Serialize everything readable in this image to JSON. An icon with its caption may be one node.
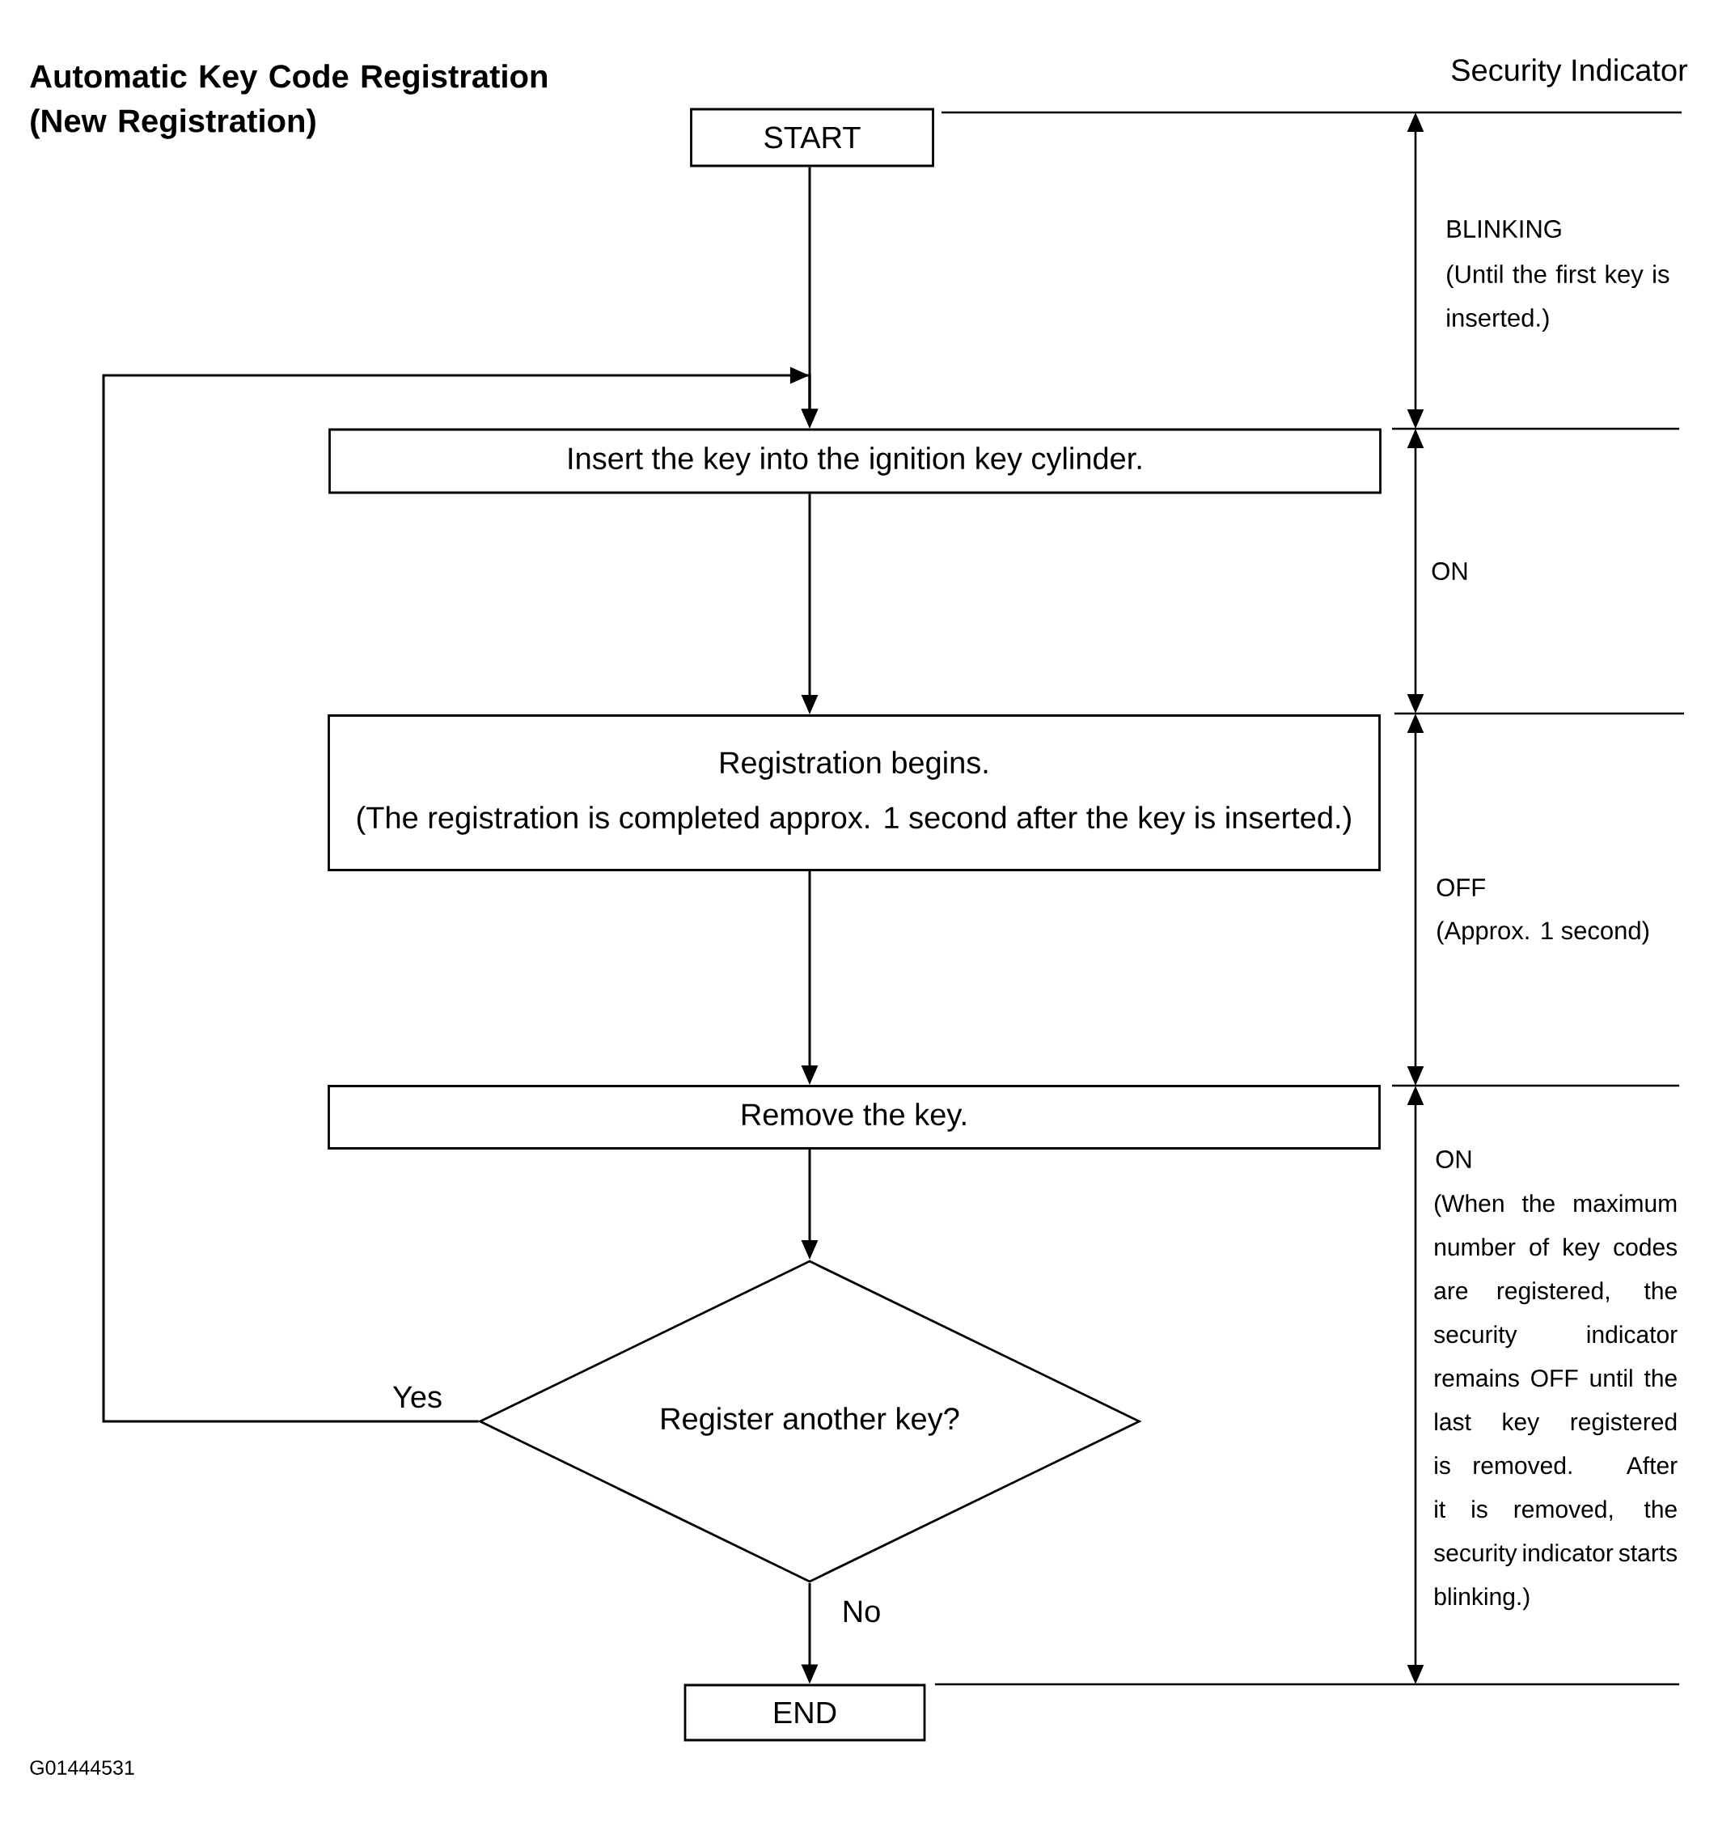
{
  "diagram": {
    "title": "Automatic Key Code Registration (New Registration)",
    "nodes": [
      {
        "text": [
          "START"
        ]
      },
      {
        "text": [
          "Insert the key into the ignition key cylinder."
        ]
      },
      {
        "text": [
          "Registration begins.",
          "(The registration is completed approx. 1 second after the key is inserted.)"
        ]
      },
      {
        "text": [
          "Remove the key."
        ]
      },
      {
        "text": [
          "Register another key?"
        ]
      },
      {
        "text": [
          "END"
        ]
      }
    ],
    "edges": [
      {
        "from": 0,
        "to": 1,
        "arrow": "to"
      },
      {
        "from": 1,
        "to": 2,
        "arrow": "to"
      },
      {
        "from": 2,
        "to": 3,
        "arrow": "to"
      },
      {
        "from": 3,
        "to": 4,
        "arrow": "to"
      },
      {
        "from": 4,
        "to": 1,
        "arrow": "to",
        "label": "Yes"
      },
      {
        "from": 4,
        "to": 5,
        "arrow": "to",
        "label": "No"
      }
    ],
    "labels": [
      "Security Indicator",
      "BLINKING",
      "(Until the first key is inserted.)",
      "ON",
      "OFF",
      "(Approx. 1 second)",
      "ON",
      "(When the maximum number of key codes are registered, the security indicator remains OFF until the last key registered is removed. After it is removed, the security indicator starts blinking.)",
      "G01444531"
    ]
  }
}
